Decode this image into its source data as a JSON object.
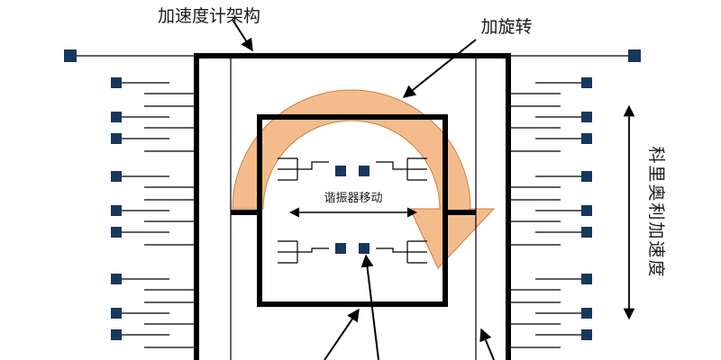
{
  "labels": {
    "accelerometer_frame": "加速度计架构",
    "rotation": "加旋转",
    "resonator_motion": "谐振器移动",
    "coriolis_acceleration": "科里奥利加速度"
  },
  "colors": {
    "line": "#000000",
    "pad": "#17375e",
    "arc_fill": "#f4bc8c",
    "arc_stroke": "#c88040",
    "background": "#ffffff"
  },
  "icons": {
    "double_arrow_vertical": "double-arrow-vertical-icon",
    "double_arrow_horizontal": "double-arrow-horizontal-icon"
  }
}
